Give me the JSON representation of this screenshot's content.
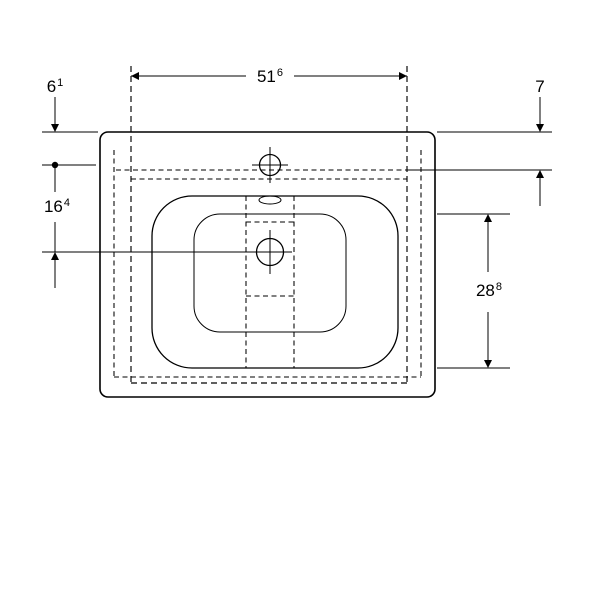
{
  "drawing": {
    "colors": {
      "line": "#000000",
      "background": "#ffffff"
    },
    "dimensions": {
      "width_top": {
        "value": "51",
        "sup": "6"
      },
      "tap_offset_left": {
        "value": "6",
        "sup": "1"
      },
      "rim_depth_right": {
        "value": "7",
        "sup": ""
      },
      "tap_to_drain_left": {
        "value": "16",
        "sup": "4"
      },
      "bowl_depth_right": {
        "value": "28",
        "sup": "8"
      }
    }
  }
}
